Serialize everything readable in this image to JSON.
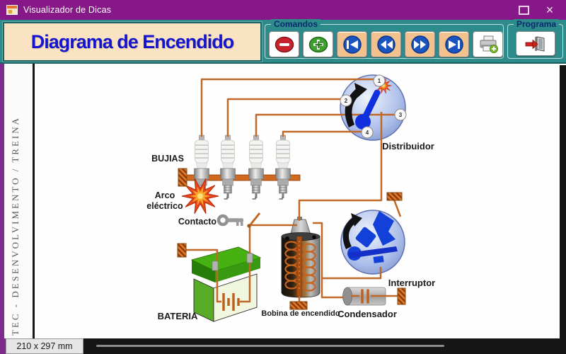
{
  "window": {
    "title": "Visualizador de Dicas"
  },
  "header": {
    "title": "Diagrama de Encendido"
  },
  "toolbar": {
    "comandos": {
      "label": "Comandos",
      "buttons": [
        {
          "name": "remove",
          "icon": "minus-circle-icon"
        },
        {
          "name": "add",
          "icon": "plus-circle-icon"
        },
        {
          "name": "first",
          "icon": "skip-first-icon"
        },
        {
          "name": "previous",
          "icon": "rewind-icon"
        },
        {
          "name": "next",
          "icon": "fast-forward-icon"
        },
        {
          "name": "last",
          "icon": "skip-last-icon"
        },
        {
          "name": "print",
          "icon": "printer-add-icon"
        }
      ]
    },
    "programa": {
      "label": "Programa",
      "buttons": [
        {
          "name": "exit",
          "icon": "exit-door-icon"
        }
      ]
    }
  },
  "sidebar": {
    "vertical_text": "TEC - DESENVOLVIMENTO / TREINA"
  },
  "statusbar": {
    "page_size": "210 x 297 mm"
  },
  "diagram": {
    "labels": {
      "bujias": "BUJIAS",
      "arco_line1": "Arco",
      "arco_line2": "eléctrico",
      "contacto": "Contacto",
      "bateria": "BATERIA",
      "bobina": "Bobina de encendido",
      "condensador": "Condensador",
      "interruptor": "Interruptor",
      "distribuidor": "Distribuidor"
    },
    "terminals": [
      "1",
      "2",
      "3",
      "4"
    ]
  },
  "colors": {
    "titlebar": "#871887",
    "toolbar_teal": "#2D8C8B",
    "header_bg": "#FAE3C2",
    "header_text": "#1515CE",
    "wire_orange": "#C06828",
    "battery_green": "#45B212",
    "component_blue": "#1240D8"
  }
}
